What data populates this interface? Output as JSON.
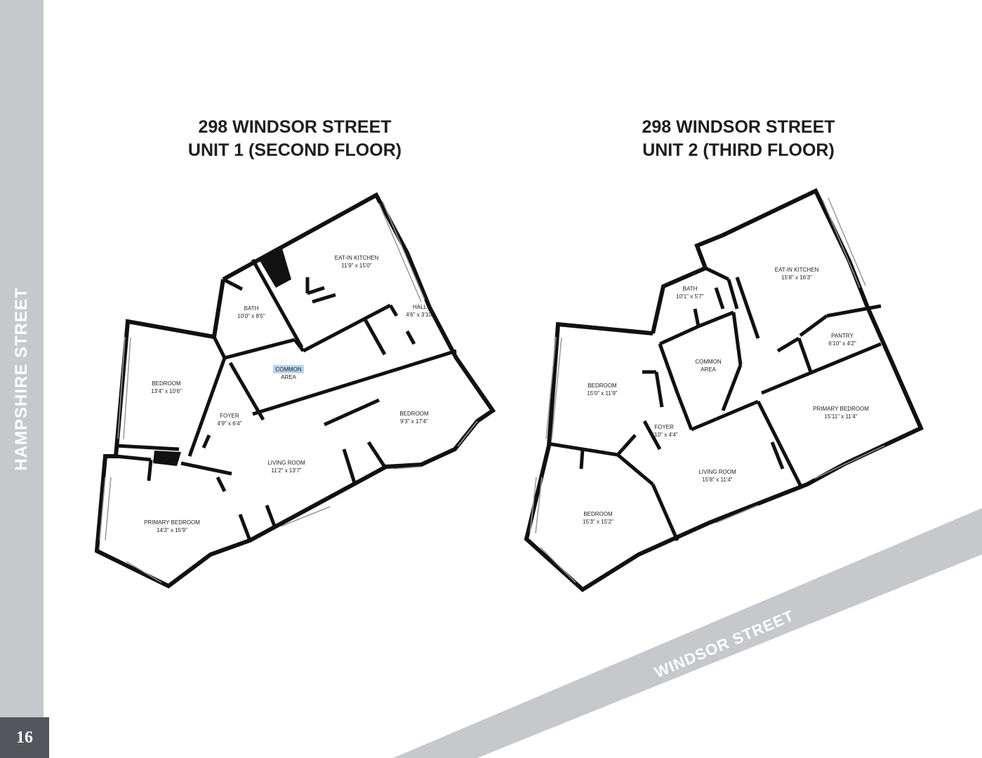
{
  "page": {
    "number": "16"
  },
  "side_label": "HAMPSHIRE STREET",
  "street_label": "WINDSOR STREET",
  "unit1": {
    "title_line1": "298 WINDSOR STREET",
    "title_line2": "UNIT 1 (SECOND FLOOR)",
    "rooms": {
      "kitchen": {
        "name": "EAT-IN KITCHEN",
        "dims": "11'9\" x 15'0\""
      },
      "bath": {
        "name": "BATH",
        "dims": "10'0\" x 8'5\""
      },
      "hall": {
        "name": "HALL",
        "dims": "4'6\" x 3'10\""
      },
      "common": {
        "name": "COMMON",
        "dims": "AREA"
      },
      "bedroom_left": {
        "name": "BEDROOM",
        "dims": "13'4\" x 10'6\""
      },
      "foyer": {
        "name": "FOYER",
        "dims": "4'9\" x 6'4\""
      },
      "bedroom_right": {
        "name": "BEDROOM",
        "dims": "9'3\" x 17'4\""
      },
      "living": {
        "name": "LIVING ROOM",
        "dims": "11'2\" x 13'7\""
      },
      "primary": {
        "name": "PRIMARY BEDROOM",
        "dims": "14'3\" x 15'9\""
      }
    }
  },
  "unit2": {
    "title_line1": "298 WINDSOR STREET",
    "title_line2": "UNIT 2 (THIRD FLOOR)",
    "rooms": {
      "kitchen": {
        "name": "EAT-IN KITCHEN",
        "dims": "15'8\" x 16'3\""
      },
      "bath": {
        "name": "BATH",
        "dims": "10'1\" x 5'7\""
      },
      "pantry": {
        "name": "PANTRY",
        "dims": "6'10\" x 4'2\""
      },
      "common": {
        "name": "COMMON",
        "dims": "AREA"
      },
      "bedroom_top": {
        "name": "BEDROOM",
        "dims": "15'0\" x 11'9\""
      },
      "foyer": {
        "name": "FOYER",
        "dims": "6'10\" x 4'4\""
      },
      "primary": {
        "name": "PRIMARY BEDROOM",
        "dims": "15'11\" x 11'4\""
      },
      "living": {
        "name": "LIVING ROOM",
        "dims": "15'8\" x 11'4\""
      },
      "bedroom_bottom": {
        "name": "BEDROOM",
        "dims": "15'3\" x 15'2\""
      }
    }
  }
}
